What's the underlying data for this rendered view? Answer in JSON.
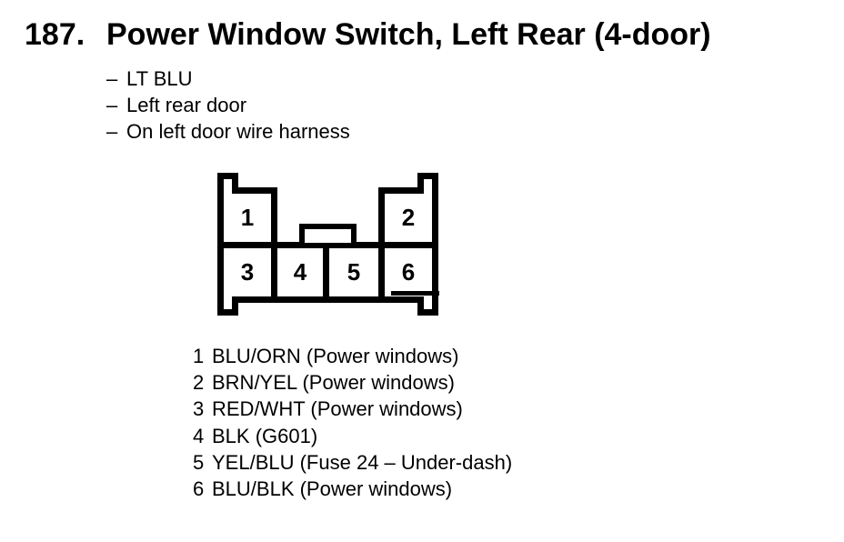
{
  "page": {
    "background": "#ffffff",
    "text_color": "#000000"
  },
  "header": {
    "number": "187.",
    "title": "Power Window Switch, Left Rear (4-door)"
  },
  "notes": {
    "bullet": "–",
    "items": [
      "LT BLU",
      "Left rear door",
      "On left door wire harness"
    ]
  },
  "connector": {
    "description": "6-cavity connector, face view",
    "pins": [
      "1",
      "2",
      "3",
      "4",
      "5",
      "6"
    ]
  },
  "legend": {
    "rows": [
      {
        "pin": "1",
        "label": "BLU/ORN (Power windows)"
      },
      {
        "pin": "2",
        "label": "BRN/YEL (Power windows)"
      },
      {
        "pin": "3",
        "label": "RED/WHT (Power windows)"
      },
      {
        "pin": "4",
        "label": "BLK (G601)"
      },
      {
        "pin": "5",
        "label": "YEL/BLU (Fuse 24 – Under-dash)"
      },
      {
        "pin": "6",
        "label": "BLU/BLK (Power windows)"
      }
    ]
  }
}
